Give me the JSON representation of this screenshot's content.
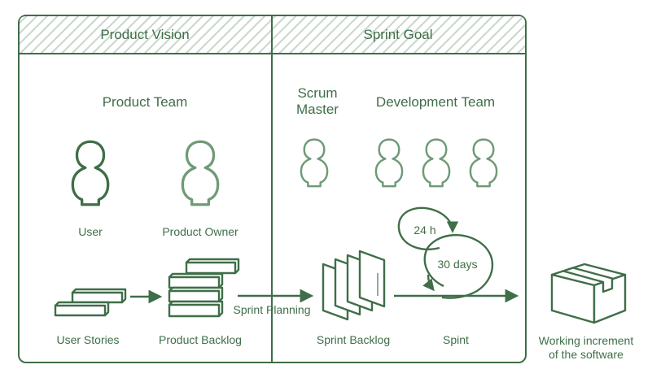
{
  "headers": {
    "left": "Product Vision",
    "right": "Sprint Goal"
  },
  "teams": {
    "product_team": "Product Team",
    "scrum_master": "Scrum\nMaster",
    "development_team": "Development Team"
  },
  "roles": {
    "user": "User",
    "product_owner": "Product Owner"
  },
  "cycle": {
    "daily": "24 h",
    "sprint_length": "30 days"
  },
  "flow": {
    "user_stories": "User Stories",
    "product_backlog": "Product Backlog",
    "sprint_planning": "Sprint Planning",
    "sprint_backlog": "Sprint Backlog",
    "sprint": "Spint",
    "increment": "Working increment\nof the software"
  },
  "colors": {
    "stroke": "#3f6e48",
    "stroke_light": "#6f9a76",
    "hatch": "#c9d6cb"
  }
}
